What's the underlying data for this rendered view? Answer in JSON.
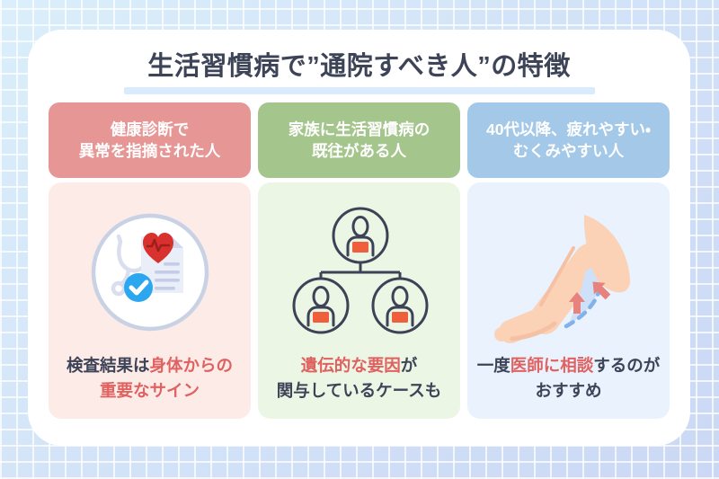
{
  "page": {
    "title": "生活習慣病で”通院すべき人”の特徴"
  },
  "colors": {
    "text_navy": "#3e4457",
    "accent_red": "#e06260",
    "title_underline": "#d9ebfc",
    "card_bg": "#ffffff",
    "grid_bg_start": "#daeefb",
    "grid_bg_end": "#cbd8f5"
  },
  "columns": [
    {
      "id": "health-checkup",
      "badge_lines": [
        "健康診断で",
        "異常を指摘された人"
      ],
      "badge_color": "#e69694",
      "panel_color": "#fdebe8",
      "illustration": "medical-report-check-icon",
      "illustration_colors": {
        "circle_border": "#c9d2e4",
        "stethoscope": "#d9dfee",
        "document": "#eaeef9",
        "document_fold": "#d2d9ee",
        "document_lines": "#c5cde6",
        "heart": "#d8312e",
        "check_badge": "#2ba7f0"
      },
      "caption_lines": [
        [
          {
            "t": "検査結果は",
            "a": 0
          },
          {
            "t": "身体からの",
            "a": 1
          }
        ],
        [
          {
            "t": "重要なサイン",
            "a": 1
          }
        ]
      ]
    },
    {
      "id": "family-history",
      "badge_lines": [
        "家族に生活習慣病の",
        "既往がある人"
      ],
      "badge_color": "#a4c58c",
      "panel_color": "#ecf6e4",
      "illustration": "family-tree-icon",
      "illustration_colors": {
        "outline": "#3d4356",
        "chest": "#f05f3c"
      },
      "caption_lines": [
        [
          {
            "t": "遺伝的な要因",
            "a": 1
          },
          {
            "t": "が",
            "a": 0
          }
        ],
        [
          {
            "t": "関与しているケースも",
            "a": 0
          }
        ]
      ]
    },
    {
      "id": "over-40-fatigue",
      "badge_lines": [
        "40代以降、疲れやすい・",
        "むくみやすい人"
      ],
      "badge_color": "#a3c8e8",
      "panel_color": "#e9f2fd",
      "illustration": "swollen-leg-icon",
      "illustration_colors": {
        "skin": "#fbd2b6",
        "skin_shade": "#f5c0a3",
        "swelling": "#cfe1f8",
        "dash": "#83b1ea",
        "arrow": "#e8827d"
      },
      "caption_lines": [
        [
          {
            "t": "一度",
            "a": 0
          },
          {
            "t": "医師に相談",
            "a": 1
          },
          {
            "t": "するのが",
            "a": 0
          }
        ],
        [
          {
            "t": "おすすめ",
            "a": 0
          }
        ]
      ]
    }
  ]
}
